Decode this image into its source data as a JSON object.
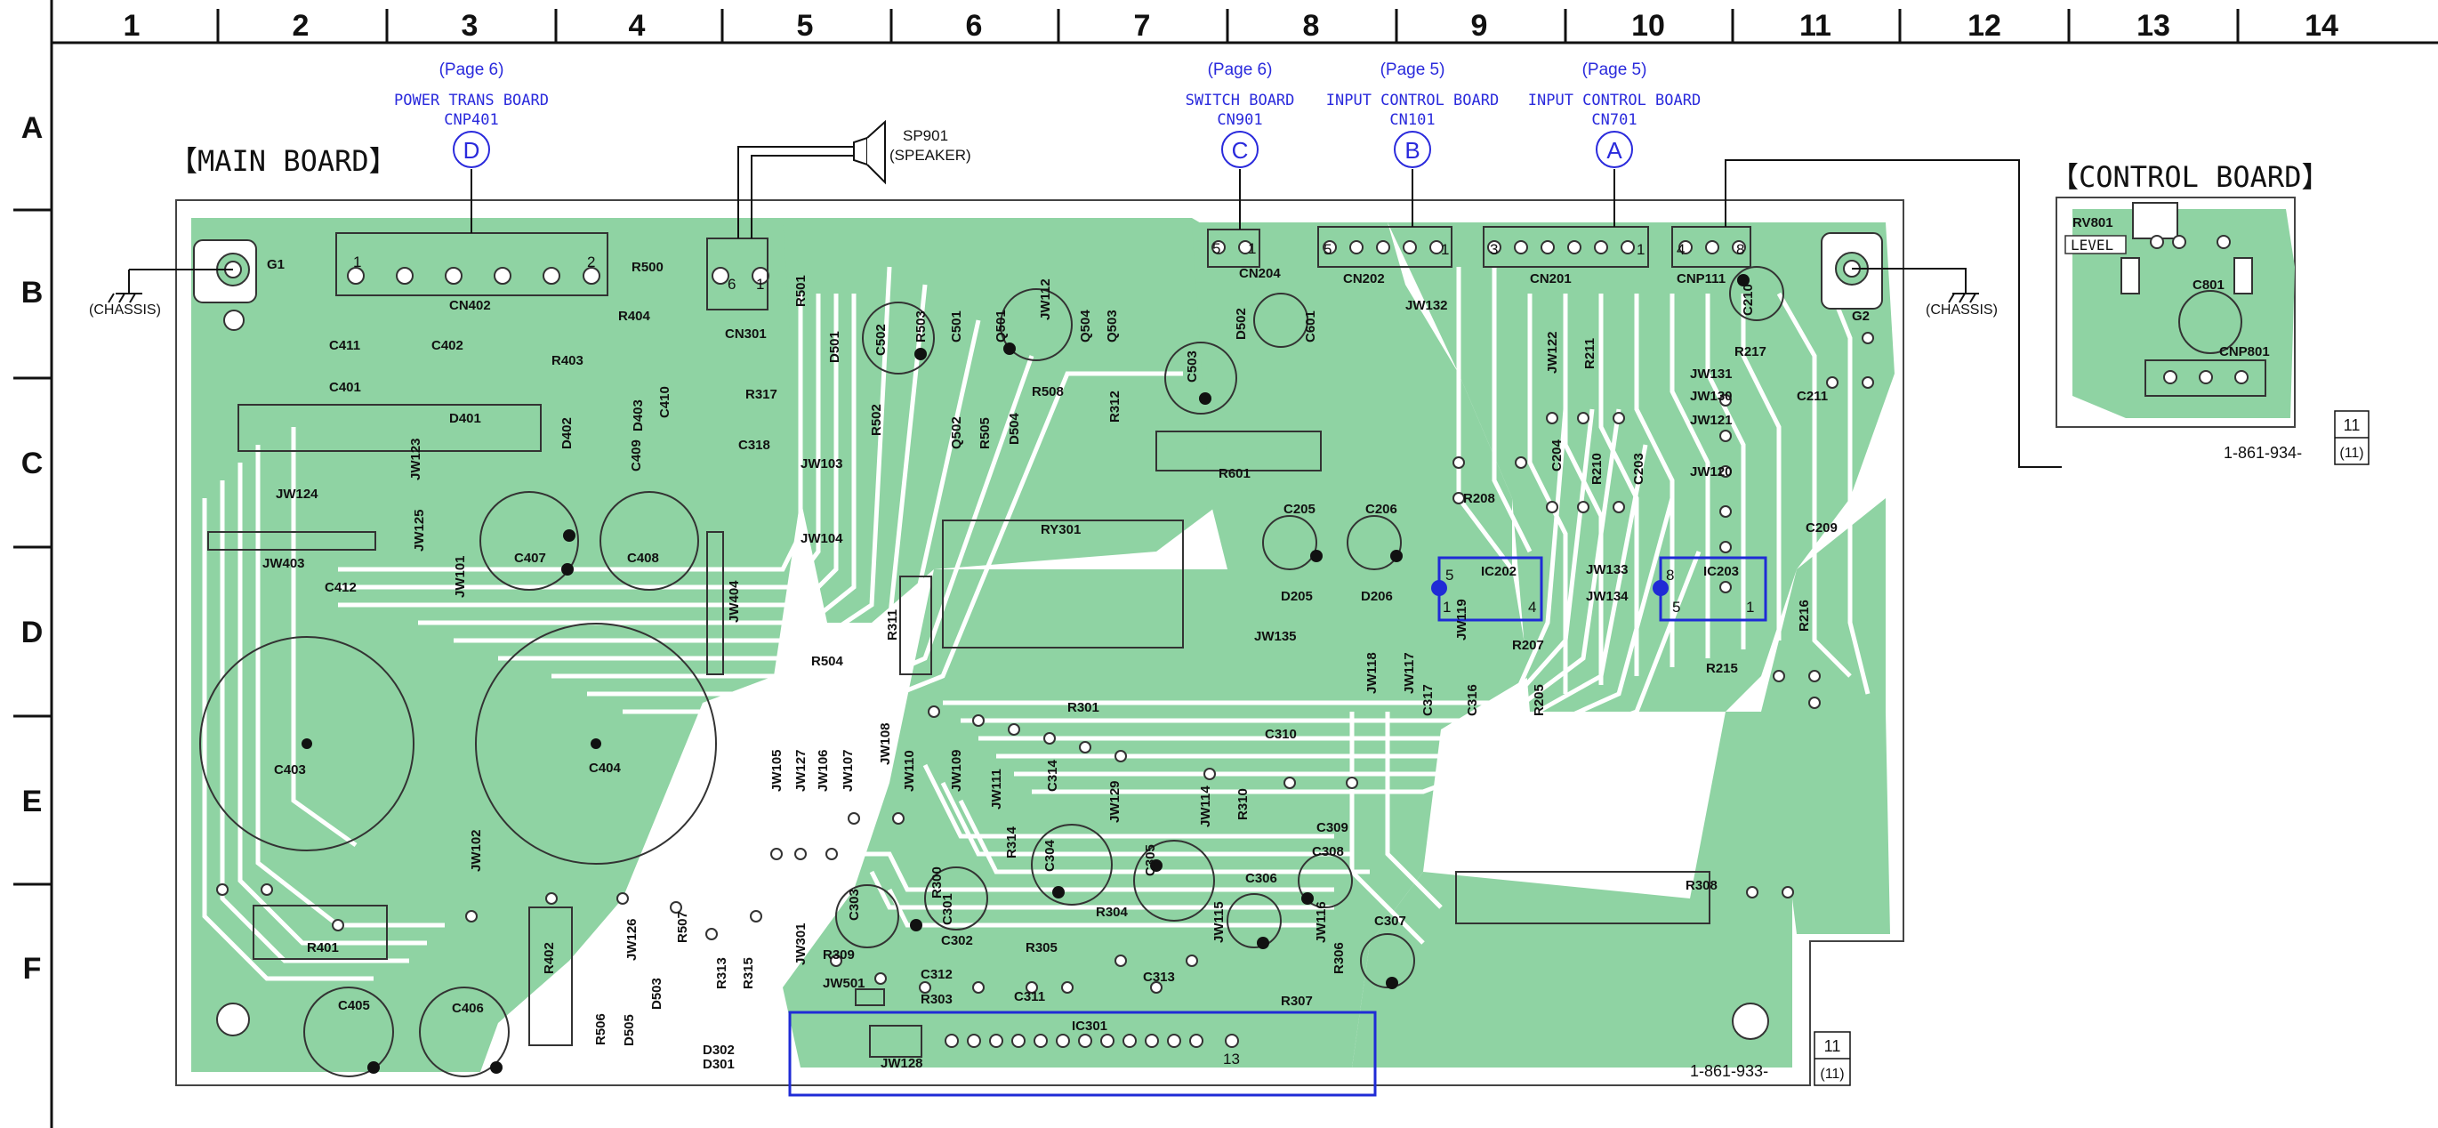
{
  "grid": {
    "columns": [
      "1",
      "2",
      "3",
      "4",
      "5",
      "6",
      "7",
      "8",
      "9",
      "10",
      "11",
      "12",
      "13",
      "14"
    ],
    "rows": [
      "A",
      "B",
      "C",
      "D",
      "E",
      "F"
    ]
  },
  "colors": {
    "board_fill": "#8fd3a3",
    "board_edge": "#444444",
    "highlight": "#1f2bd6",
    "reference_text": "#2a2adc"
  },
  "boards": {
    "main": {
      "title": "【MAIN BOARD】",
      "part_number": "1-861-933-",
      "sheet_top": "11",
      "sheet_bottom": "(11)"
    },
    "control": {
      "title": "【CONTROL BOARD】",
      "part_number": "1-861-934-",
      "sheet_top": "11",
      "sheet_bottom": "(11)",
      "labels": [
        "RV801",
        "LEVEL",
        "C801",
        "CNP801"
      ]
    }
  },
  "connectors": [
    {
      "page": "(Page 6)",
      "board": "POWER TRANS BOARD",
      "name": "CNP401",
      "letter": "D"
    },
    {
      "page": "(Page 6)",
      "board": "SWITCH BOARD",
      "name": "CN901",
      "letter": "C"
    },
    {
      "page": "(Page 5)",
      "board": "INPUT CONTROL BOARD",
      "name": "CN101",
      "letter": "B"
    },
    {
      "page": "(Page 5)",
      "board": "INPUT CONTROL BOARD",
      "name": "CN701",
      "letter": "A"
    }
  ],
  "speaker": {
    "name": "SP901",
    "desc": "(SPEAKER)"
  },
  "chassis": "(CHASSIS)",
  "components": [
    "G1",
    "G2",
    "CN402",
    "CN301",
    "CN204",
    "CN202",
    "CN201",
    "CNP111",
    "R500",
    "R404",
    "R403",
    "R501",
    "C411",
    "C402",
    "C401",
    "D401",
    "D402",
    "D403",
    "C409",
    "C410",
    "C318",
    "R317",
    "JW103",
    "JW104",
    "C502",
    "D501",
    "R502",
    "R503",
    "Q501",
    "C501",
    "JW112",
    "Q504",
    "Q503",
    "D502",
    "C601",
    "C503",
    "R508",
    "R312",
    "R505",
    "D504",
    "Q502",
    "R601",
    "JW132",
    "R211",
    "JW122",
    "C210",
    "R217",
    "C211",
    "JW131",
    "JW130",
    "JW121",
    "JW120",
    "C204",
    "R210",
    "C203",
    "R208",
    "C209",
    "C205",
    "C206",
    "IC202",
    "IC203",
    "JW133",
    "JW134",
    "D205",
    "D206",
    "R216",
    "R207",
    "R215",
    "JW135",
    "JW119",
    "JW118",
    "JW117",
    "C317",
    "C316",
    "R205",
    "JW124",
    "JW123",
    "JW125",
    "JW101",
    "C407",
    "C408",
    "JW403",
    "C412",
    "JW404",
    "RY301",
    "R311",
    "R504",
    "R301",
    "JW108",
    "JW107",
    "JW106",
    "JW127",
    "JW105",
    "JW110",
    "JW109",
    "JW111",
    "C314",
    "JW129",
    "JW114",
    "C310",
    "C309",
    "R310",
    "C403",
    "C404",
    "JW102",
    "R314",
    "C304",
    "C305",
    "C306",
    "C308",
    "JW115",
    "JW116",
    "R304",
    "C307",
    "R308",
    "C303",
    "C301",
    "R300",
    "C302",
    "R401",
    "R402",
    "JW126",
    "R507",
    "R313",
    "R315",
    "JW301",
    "R309",
    "JW501",
    "C312",
    "R303",
    "R305",
    "C311",
    "C313",
    "R306",
    "R307",
    "C405",
    "C406",
    "R506",
    "D505",
    "D503",
    "D302",
    "D301",
    "IC301",
    "JW128"
  ],
  "pin_marks": [
    "1",
    "2",
    "6",
    "1",
    "5",
    "1",
    "5",
    "1",
    "3",
    "1",
    "4",
    "8",
    "5",
    "1",
    "4",
    "8",
    "5",
    "1",
    "13"
  ]
}
